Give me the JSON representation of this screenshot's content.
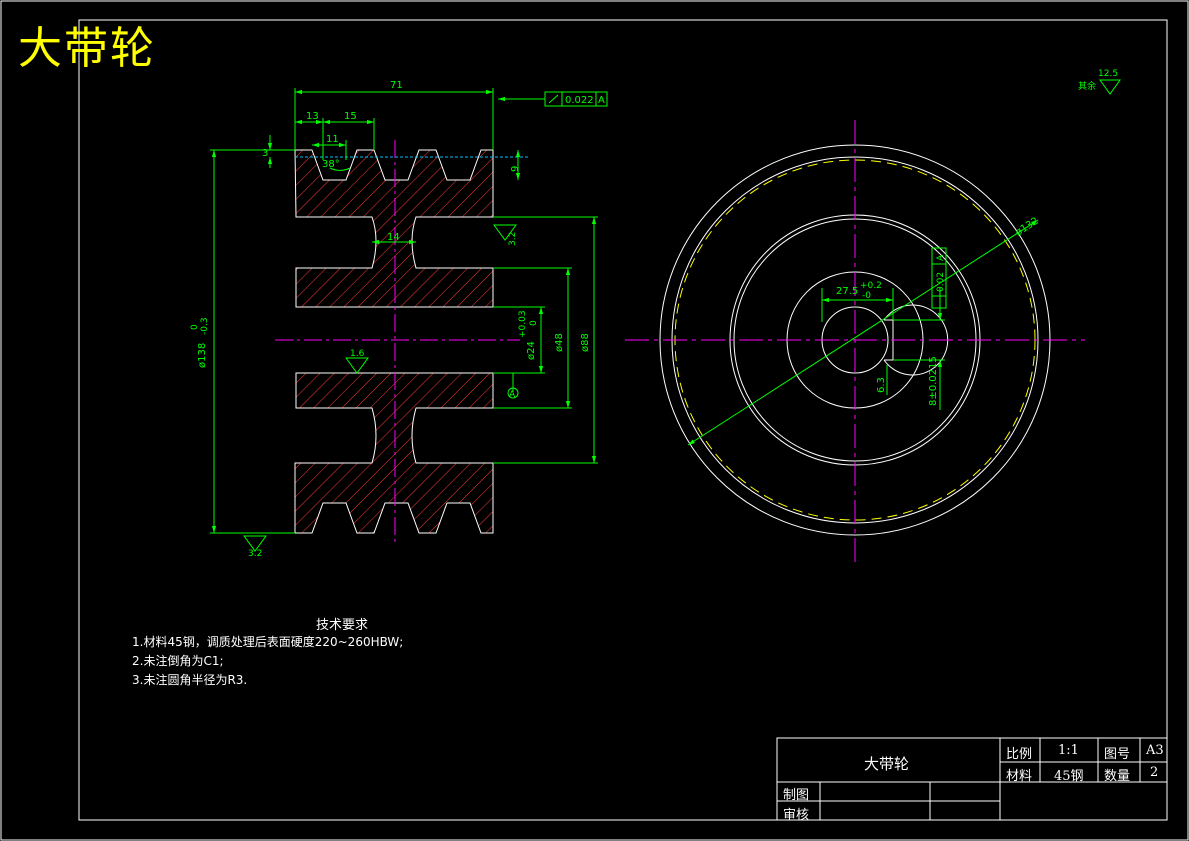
{
  "header": {
    "title": "大带轮"
  },
  "dims": {
    "width_71": "71",
    "d13": "13",
    "d15": "15",
    "d11": "11",
    "d3": "3",
    "angle": "38°",
    "d9": "9",
    "d14": "14",
    "dia138": "ø138",
    "dia138_tol_top": "0",
    "dia138_tol_bot": "-0.3",
    "dia24": "ø24",
    "dia24_tol_top": "+0.03",
    "dia24_tol_bot": "0",
    "dia48": "ø48",
    "dia88": "ø88",
    "dia132": "ø132",
    "key_width": "27.5",
    "key_tol_top": "+0.2",
    "key_tol_bot": "-0",
    "key_slot": "8±0.0215",
    "rough_63": "6.3",
    "rough_16": "1.6",
    "rough_32_a": "3.2",
    "rough_32_b": "3.2",
    "rough_125": "12.5",
    "rough_rest": "其余",
    "runout_value": "0.022",
    "runout_datum": "A",
    "sym_value": "0.02",
    "sym_datum": "A",
    "datum_label": "A"
  },
  "tech_requirements": {
    "heading": "技术要求",
    "items": [
      "1.材料45钢，调质处理后表面硬度220~260HBW;",
      "2.未注倒角为C1;",
      "3.未注圆角半径为R3."
    ]
  },
  "title_block": {
    "part_name": "大带轮",
    "scale_label": "比例",
    "scale_value": "1:1",
    "drawing_no_label": "图号",
    "drawing_no_value": "A3",
    "material_label": "材料",
    "material_value": "45钢",
    "qty_label": "数量",
    "qty_value": "2",
    "drawn_label": "制图",
    "checked_label": "审核"
  },
  "colors": {
    "background": "#000000",
    "outline": "#ffffff",
    "dimension": "#00ff00",
    "hatch": "#ff3b3b",
    "centerline": "#ff00ff",
    "hidden": "#ffff00",
    "title": "#ffff00"
  }
}
